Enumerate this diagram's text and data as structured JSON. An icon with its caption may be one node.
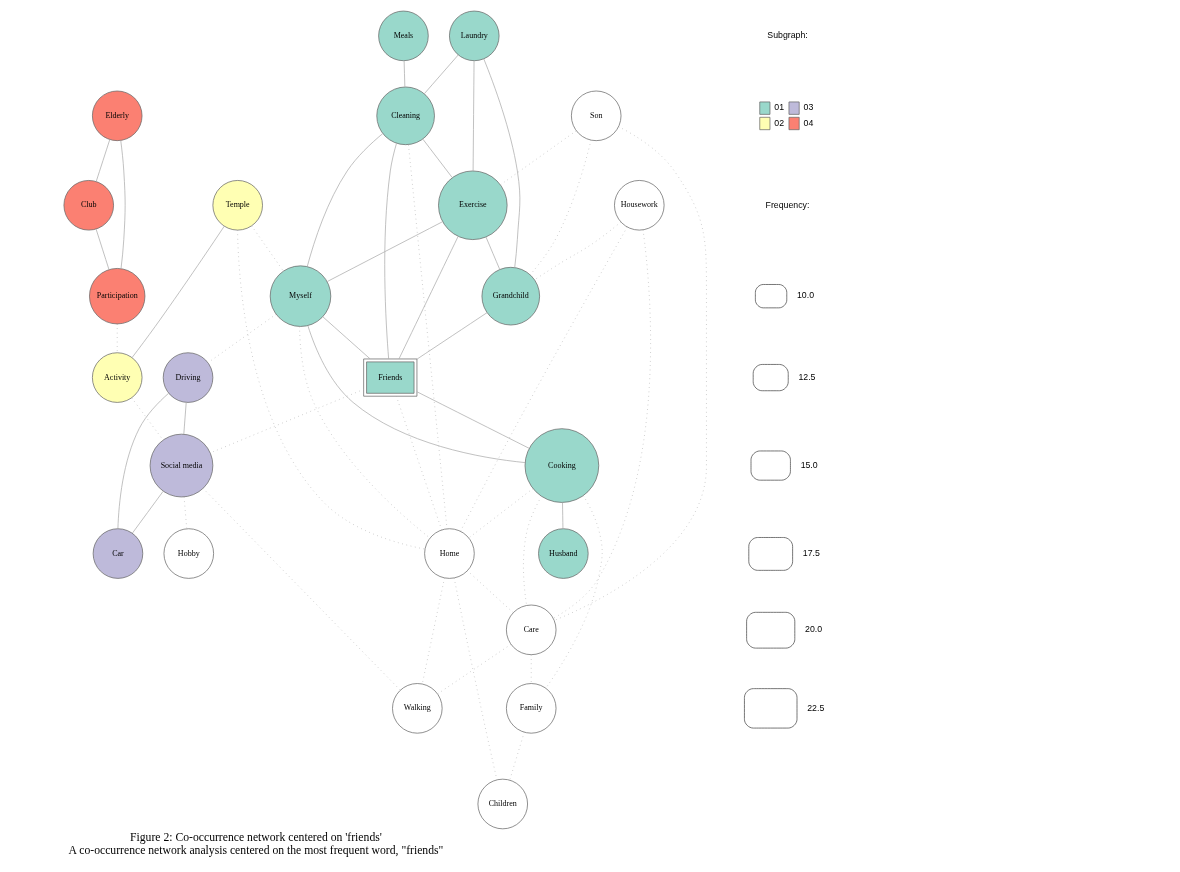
{
  "diagram": {
    "title": "Figure 2: Co-occurrence network centered on 'friends'",
    "caption": "A co-occurrence network analysis centered on the most frequent word, \"friends\"",
    "nodes": [
      {
        "text": [
          "Meals"
        ]
      },
      {
        "text": [
          "Laundry"
        ]
      },
      {
        "text": [
          "Cleaning"
        ]
      },
      {
        "text": [
          "Exercise"
        ]
      },
      {
        "text": [
          "Housework"
        ]
      },
      {
        "text": [
          "Son"
        ]
      },
      {
        "text": [
          "Grandchild"
        ]
      },
      {
        "text": [
          "Friends"
        ]
      },
      {
        "text": [
          "Husband"
        ]
      },
      {
        "text": [
          "Myself"
        ]
      },
      {
        "text": [
          "Cooking"
        ]
      },
      {
        "text": [
          "Elderly"
        ]
      },
      {
        "text": [
          "Club"
        ]
      },
      {
        "text": [
          "Participation"
        ]
      },
      {
        "text": [
          "Temple"
        ]
      },
      {
        "text": [
          "Home"
        ]
      },
      {
        "text": [
          "Care"
        ]
      },
      {
        "text": [
          "Activity"
        ]
      },
      {
        "text": [
          "Social media"
        ]
      },
      {
        "text": [
          "Family"
        ]
      },
      {
        "text": [
          "Driving"
        ]
      },
      {
        "text": [
          "Walking"
        ]
      },
      {
        "text": [
          "Children"
        ]
      },
      {
        "text": [
          "Car"
        ]
      },
      {
        "text": [
          "Hobby"
        ]
      }
    ],
    "edges": [
      {
        "from": 0,
        "to": 2,
        "arrow": "none"
      },
      {
        "from": 1,
        "to": 2,
        "arrow": "none"
      },
      {
        "from": 1,
        "to": 3,
        "arrow": "none"
      },
      {
        "from": 1,
        "to": 6,
        "arrow": "none"
      },
      {
        "from": 2,
        "to": 3,
        "arrow": "none"
      },
      {
        "from": 2,
        "to": 7,
        "arrow": "none"
      },
      {
        "from": 2,
        "to": 9,
        "arrow": "none"
      },
      {
        "from": 3,
        "to": 7,
        "arrow": "none"
      },
      {
        "from": 3,
        "to": 9,
        "arrow": "none"
      },
      {
        "from": 3,
        "to": 6,
        "arrow": "none"
      },
      {
        "from": 6,
        "to": 7,
        "arrow": "none"
      },
      {
        "from": 9,
        "to": 7,
        "arrow": "none"
      },
      {
        "from": 9,
        "to": 10,
        "arrow": "none"
      },
      {
        "from": 7,
        "to": 10,
        "arrow": "none"
      },
      {
        "from": 10,
        "to": 8,
        "arrow": "none"
      },
      {
        "from": 11,
        "to": 12,
        "arrow": "none"
      },
      {
        "from": 11,
        "to": 13,
        "arrow": "none"
      },
      {
        "from": 12,
        "to": 13,
        "arrow": "none"
      },
      {
        "from": 14,
        "to": 17,
        "arrow": "none"
      },
      {
        "from": 20,
        "to": 18,
        "arrow": "none"
      },
      {
        "from": 20,
        "to": 23,
        "arrow": "none"
      },
      {
        "from": 18,
        "to": 23,
        "arrow": "none"
      },
      {
        "from": 13,
        "to": 17,
        "arrow": "none",
        "style": "dashed"
      },
      {
        "from": 14,
        "to": 9,
        "arrow": "none",
        "style": "dashed"
      },
      {
        "from": 14,
        "to": 15,
        "arrow": "none",
        "style": "dashed"
      },
      {
        "from": 17,
        "to": 18,
        "arrow": "none",
        "style": "dashed"
      },
      {
        "from": 9,
        "to": 15,
        "arrow": "none",
        "style": "dashed"
      },
      {
        "from": 2,
        "to": 15,
        "arrow": "none",
        "style": "dashed"
      },
      {
        "from": 9,
        "to": 20,
        "arrow": "none",
        "style": "dashed"
      },
      {
        "from": 7,
        "to": 15,
        "arrow": "none",
        "style": "dashed"
      },
      {
        "from": 10,
        "to": 15,
        "arrow": "none",
        "style": "dashed"
      },
      {
        "from": 4,
        "to": 15,
        "arrow": "none",
        "style": "dashed"
      },
      {
        "from": 4,
        "to": 6,
        "arrow": "none",
        "style": "dashed"
      },
      {
        "from": 4,
        "to": 16,
        "arrow": "none",
        "style": "dashed"
      },
      {
        "from": 5,
        "to": 3,
        "arrow": "none",
        "style": "dashed"
      },
      {
        "from": 5,
        "to": 6,
        "arrow": "none",
        "style": "dashed"
      },
      {
        "from": 5,
        "to": 16,
        "arrow": "none",
        "style": "dashed"
      },
      {
        "from": 15,
        "to": 16,
        "arrow": "none",
        "style": "dashed"
      },
      {
        "from": 15,
        "to": 21,
        "arrow": "none",
        "style": "dashed"
      },
      {
        "from": 15,
        "to": 22,
        "arrow": "none",
        "style": "dashed"
      },
      {
        "from": 10,
        "to": 16,
        "arrow": "none",
        "style": "dashed"
      },
      {
        "from": 10,
        "to": 19,
        "arrow": "none",
        "style": "dashed"
      },
      {
        "from": 16,
        "to": 19,
        "arrow": "none",
        "style": "dashed"
      },
      {
        "from": 16,
        "to": 21,
        "arrow": "none",
        "style": "dashed"
      },
      {
        "from": 19,
        "to": 22,
        "arrow": "none",
        "style": "dashed"
      },
      {
        "from": 18,
        "to": 21,
        "arrow": "none",
        "style": "dashed"
      },
      {
        "from": 18,
        "to": 24,
        "arrow": "none",
        "style": "dashed"
      },
      {
        "from": 7,
        "to": 18,
        "arrow": "none",
        "style": "dashed"
      }
    ],
    "labels": [
      "Subgraph:",
      "Frequency:"
    ],
    "legend": [
      {
        "text": "01",
        "color": "#99d8cb"
      },
      {
        "text": "03",
        "color": "#bebada"
      },
      {
        "text": "02",
        "color": "#ffffb3"
      },
      {
        "text": "04",
        "color": "#fb8072"
      },
      {
        "text": "10.0"
      },
      {
        "text": "12.5"
      },
      {
        "text": "15.0"
      },
      {
        "text": "17.5"
      },
      {
        "text": "20.0"
      },
      {
        "text": "22.5"
      }
    ]
  }
}
